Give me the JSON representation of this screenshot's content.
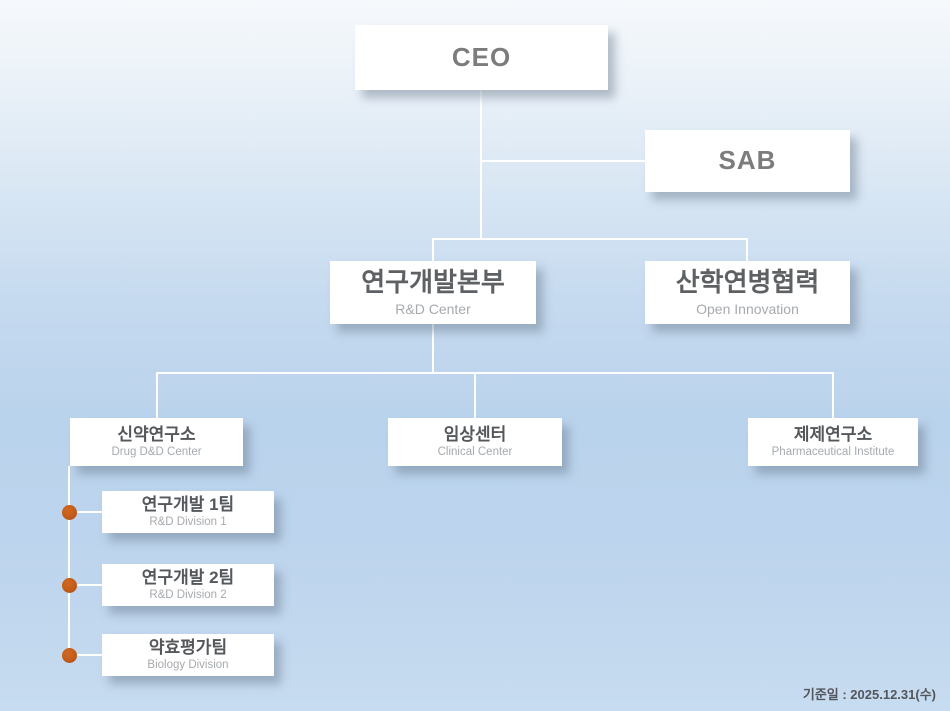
{
  "page": {
    "date_label": "기준일 : 2025.12.31(수)"
  },
  "colors": {
    "box_background": "#ffffff",
    "connector_line": "#ffffff",
    "bullet_accent": "#c05715",
    "title_dark_gray": "#5e6164",
    "title_gray": "#7c7c7c",
    "subtitle_gray": "#a6aaae",
    "background_top": "#f6f9fc",
    "background_bottom": "#c7dcf0"
  },
  "org": {
    "nodes": [
      {
        "id": "ceo",
        "title": "CEO",
        "subtitle": ""
      },
      {
        "id": "sab",
        "title": "SAB",
        "subtitle": ""
      },
      {
        "id": "rnd-center",
        "title": "연구개발본부",
        "subtitle": "R&D Center"
      },
      {
        "id": "open-innovation",
        "title": "산학연병협력",
        "subtitle": "Open Innovation"
      },
      {
        "id": "drug-center",
        "title": "신약연구소",
        "subtitle": "Drug D&D Center"
      },
      {
        "id": "clinical-center",
        "title": "임상센터",
        "subtitle": "Clinical Center"
      },
      {
        "id": "pharm-institute",
        "title": "제제연구소",
        "subtitle": "Pharmaceutical Institute"
      },
      {
        "id": "rnd-division-1",
        "title": "연구개발 1팀",
        "subtitle": "R&D Division 1"
      },
      {
        "id": "rnd-division-2",
        "title": "연구개발 2팀",
        "subtitle": "R&D Division 2"
      },
      {
        "id": "biology-division",
        "title": "약효평가팀",
        "subtitle": "Biology Division"
      }
    ]
  }
}
